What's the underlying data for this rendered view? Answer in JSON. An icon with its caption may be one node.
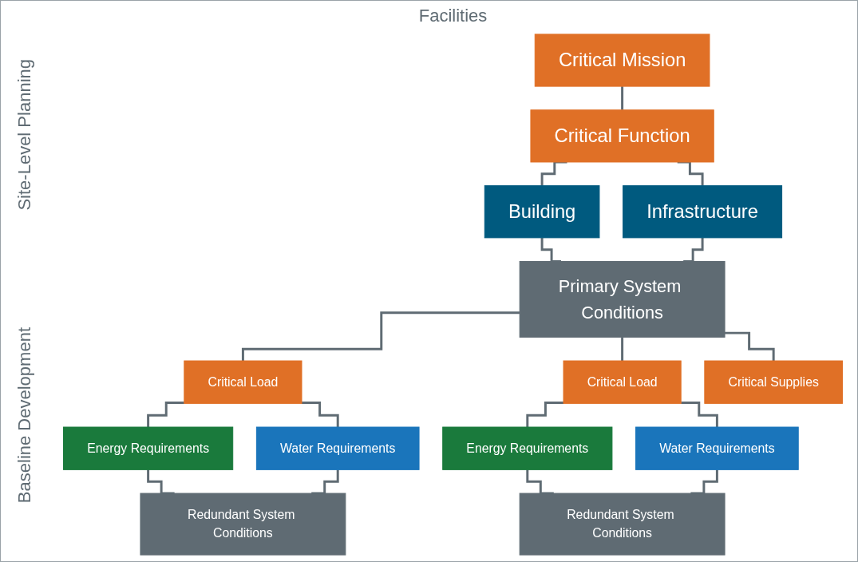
{
  "diagram": {
    "nodes": [
      {
        "text": [
          "Critical Mission"
        ]
      },
      {
        "text": [
          "Critical Function"
        ]
      },
      {
        "text": [
          "Building"
        ]
      },
      {
        "text": [
          "Infrastructure"
        ]
      },
      {
        "text": [
          "Primary System Conditions"
        ]
      },
      {
        "text": [
          "Critical Load"
        ]
      },
      {
        "text": [
          "Critical Load"
        ]
      },
      {
        "text": [
          "Critical Supplies"
        ]
      },
      {
        "text": [
          "Energy Requirements"
        ]
      },
      {
        "text": [
          "Water Requirements"
        ]
      },
      {
        "text": [
          "Energy Requirements"
        ]
      },
      {
        "text": [
          "Water Requirements"
        ]
      },
      {
        "text": [
          "Redundant System Conditions"
        ]
      },
      {
        "text": [
          "Redundant System Conditions"
        ]
      }
    ],
    "edges": [
      {
        "from": 0,
        "to": 1,
        "arrow": "none"
      },
      {
        "from": 1,
        "to": 2,
        "arrow": "none"
      },
      {
        "from": 1,
        "to": 3,
        "arrow": "none"
      },
      {
        "from": 2,
        "to": 4,
        "arrow": "none"
      },
      {
        "from": 3,
        "to": 4,
        "arrow": "none"
      },
      {
        "from": 4,
        "to": 5,
        "arrow": "none"
      },
      {
        "from": 4,
        "to": 6,
        "arrow": "none"
      },
      {
        "from": 4,
        "to": 7,
        "arrow": "none"
      },
      {
        "from": 5,
        "to": 8,
        "arrow": "none"
      },
      {
        "from": 5,
        "to": 9,
        "arrow": "none"
      },
      {
        "from": 6,
        "to": 10,
        "arrow": "none"
      },
      {
        "from": 6,
        "to": 11,
        "arrow": "none"
      },
      {
        "from": 8,
        "to": 12,
        "arrow": "none"
      },
      {
        "from": 9,
        "to": 12,
        "arrow": "none"
      },
      {
        "from": 10,
        "to": 13,
        "arrow": "none"
      },
      {
        "from": 11,
        "to": 13,
        "arrow": "none"
      }
    ],
    "labels": [
      "Site-Level Planning",
      "Facilities",
      "Baseline Development"
    ]
  }
}
